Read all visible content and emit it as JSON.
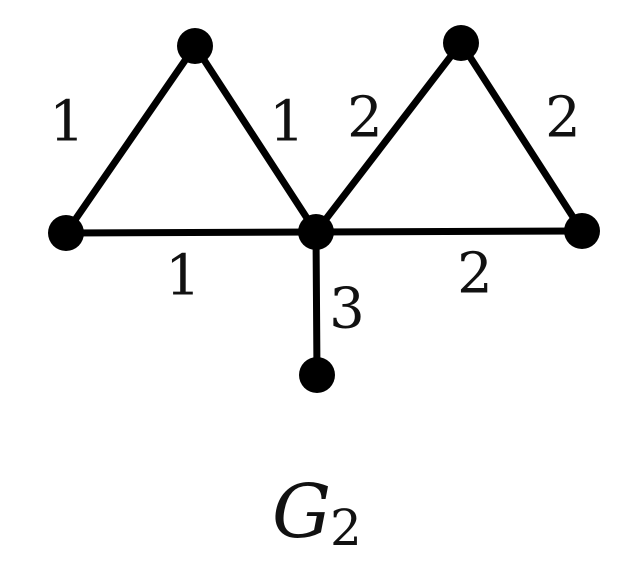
{
  "graph": {
    "name": "G",
    "subscript": "2",
    "colors": {
      "edge": "#000000",
      "vertex": "#000000",
      "text": "#111111"
    },
    "vertices": [
      "top-left",
      "left",
      "center",
      "top-right",
      "right",
      "bottom"
    ],
    "edges": [
      {
        "id": "left-topleft",
        "from": "left",
        "to": "top-left",
        "label": "1"
      },
      {
        "id": "topleft-center",
        "from": "top-left",
        "to": "center",
        "label": "1"
      },
      {
        "id": "left-center",
        "from": "left",
        "to": "center",
        "label": "1"
      },
      {
        "id": "center-topright",
        "from": "center",
        "to": "top-right",
        "label": "2"
      },
      {
        "id": "topright-right",
        "from": "top-right",
        "to": "right",
        "label": "2"
      },
      {
        "id": "center-right",
        "from": "center",
        "to": "right",
        "label": "2"
      },
      {
        "id": "center-bottom",
        "from": "center",
        "to": "bottom",
        "label": "3"
      }
    ]
  }
}
